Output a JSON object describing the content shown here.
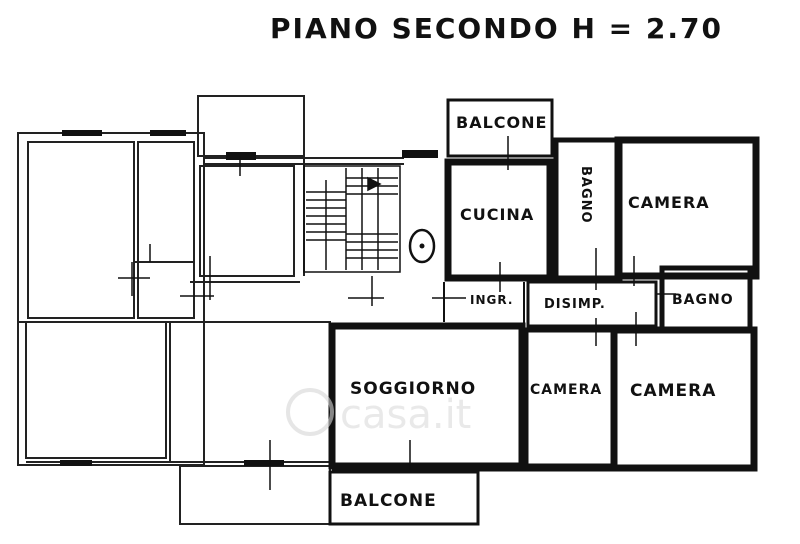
{
  "title": "PIANO SECONDO H = 2.70",
  "rooms": {
    "balcone_top": "BALCONE",
    "cucina": "CUCINA",
    "bagno_vertical": "BAGNO",
    "camera_top": "CAMERA",
    "ingr": "INGR.",
    "disimp": "DISIMP.",
    "bagno_small": "BAGNO",
    "soggiorno": "SOGGIORNO",
    "camera_mid": "CAMERA",
    "camera_right": "CAMERA",
    "balcone_bottom": "BALCONE"
  },
  "watermark": "casa.it"
}
